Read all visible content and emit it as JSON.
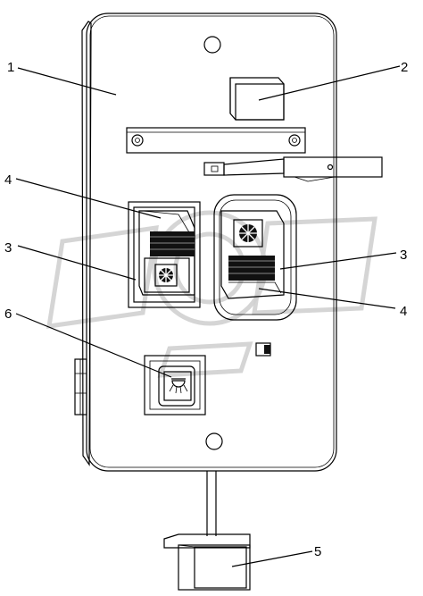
{
  "callouts": [
    {
      "id": "1",
      "label": "1"
    },
    {
      "id": "2",
      "label": "2"
    },
    {
      "id": "3a",
      "label": "3"
    },
    {
      "id": "3b",
      "label": "3"
    },
    {
      "id": "4a",
      "label": "4"
    },
    {
      "id": "4b",
      "label": "4"
    },
    {
      "id": "5",
      "label": "5"
    },
    {
      "id": "6",
      "label": "6"
    }
  ],
  "watermark": {
    "text": "OPEX",
    "icon": "gear-icon",
    "color": "#d0d0d0"
  },
  "colors": {
    "line": "#000000",
    "background": "#ffffff",
    "dark_fill": "#111111"
  }
}
